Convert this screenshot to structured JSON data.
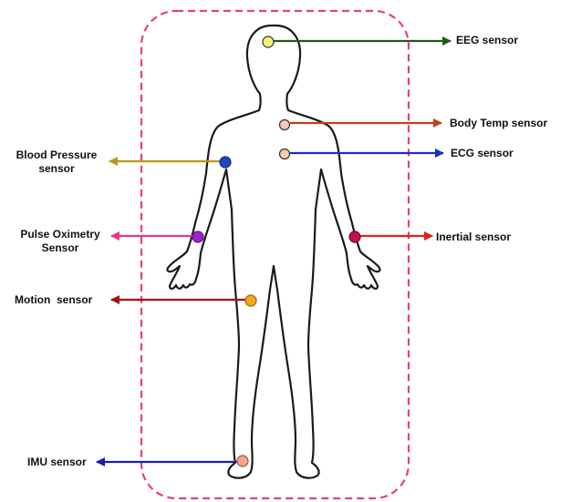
{
  "sensors": {
    "eeg": {
      "label": "EEG sensor",
      "dot_color": "#f4ee7a",
      "arrow_color": "#1b5e12"
    },
    "body_temp": {
      "label": "Body Temp sensor",
      "dot_color": "#f2c9b8",
      "arrow_color": "#c0421c"
    },
    "ecg": {
      "label": "ECG sensor",
      "dot_color": "#f3cfae",
      "arrow_color": "#1a2fc9"
    },
    "blood_pressure": {
      "label_line1": "Blood Pressure",
      "label_line2": "sensor",
      "dot_color": "#1b49c9",
      "arrow_color": "#b89a14"
    },
    "pulse_oximetry": {
      "label_line1": "Pulse Oximetry",
      "label_line2": "Sensor",
      "dot_color": "#a020d0",
      "arrow_color": "#e8358f"
    },
    "inertial": {
      "label": "Inertial sensor",
      "dot_color": "#c4124f",
      "arrow_color": "#e02020"
    },
    "motion": {
      "label": "Motion  sensor",
      "dot_color": "#f4a81c",
      "arrow_color": "#a01414"
    },
    "imu": {
      "label": "IMU sensor",
      "dot_color": "#f2a38a",
      "arrow_color": "#1c1cb0"
    }
  },
  "boundary_color": "#e8407a"
}
